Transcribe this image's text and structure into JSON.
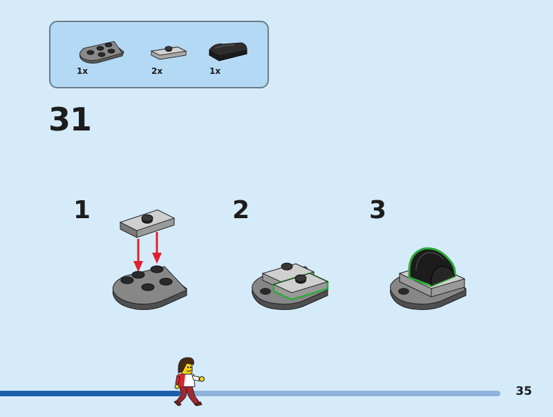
{
  "parts_list": [
    {
      "name": "plate-round-end-icon",
      "quantity": "1x"
    },
    {
      "name": "tile-1x2-with-stud-icon",
      "quantity": "2x"
    },
    {
      "name": "slope-curved-black-icon",
      "quantity": "1x"
    }
  ],
  "step": {
    "number": "31"
  },
  "sub_steps": [
    {
      "number": "1"
    },
    {
      "number": "2"
    },
    {
      "number": "3"
    }
  ],
  "progress": {
    "fraction": 0.36
  },
  "page": {
    "number": "35"
  },
  "colors": {
    "background": "#d6ebfa",
    "parts_box": "#b4d9f5",
    "arrow": "#e0202a",
    "highlight": "#2eaa3a",
    "progress_fill": "#1b5eaa",
    "progress_track": "#8fb2dc"
  }
}
